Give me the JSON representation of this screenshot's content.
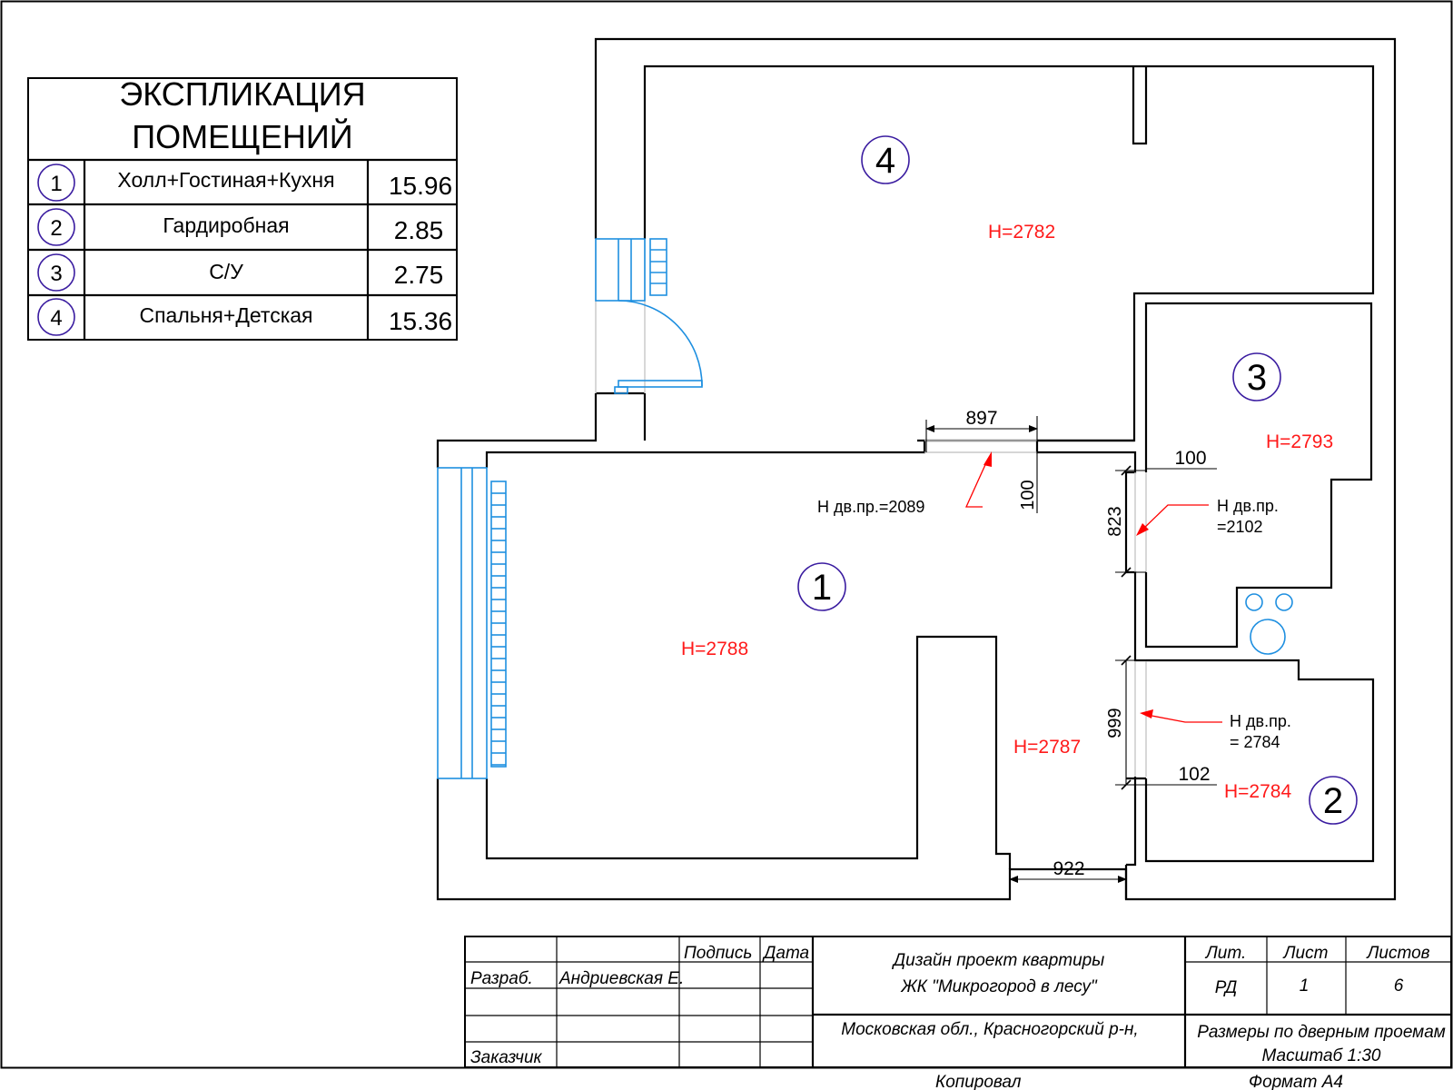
{
  "explication": {
    "title_line1": "ЭКСПЛИКАЦИЯ",
    "title_line2": "ПОМЕЩЕНИЙ",
    "rows": [
      {
        "num": "1",
        "name": "Холл+Гостиная+Кухня",
        "area": "15.96"
      },
      {
        "num": "2",
        "name": "Гардиробная",
        "area": "2.85"
      },
      {
        "num": "3",
        "name": "С/У",
        "area": "2.75"
      },
      {
        "num": "4",
        "name": "Спальня+Детская",
        "area": "15.36"
      }
    ]
  },
  "plan": {
    "room_numbers": {
      "r1": "1",
      "r2": "2",
      "r3": "3",
      "r4": "4"
    },
    "heights": {
      "r4": "H=2782",
      "r3": "H=2793",
      "r1": "H=2788",
      "r1b": "H=2787",
      "r2": "H=2784"
    },
    "dimensions": {
      "d897": "897",
      "d100_v": "100",
      "d100_h": "100",
      "d823": "823",
      "d999": "999",
      "d102": "102",
      "d922": "922"
    },
    "door_notes": {
      "n1": "Н дв.пр.=2089",
      "n2_l1": "Н дв.пр.",
      "n2_l2": "=2102",
      "n3_l1": "Н дв.пр.",
      "n3_l2": "= 2784"
    }
  },
  "title_block": {
    "podpis": "Подпись",
    "data": "Дата",
    "razrab": "Разраб.",
    "razrab_name": "Андриевская Е.",
    "zakazchik": "Заказчик",
    "project_l1": "Дизайн проект квартиры",
    "project_l2": "ЖК \"Микрогород в лесу\"",
    "location": "Московская обл., Красногорский р-н,",
    "lit_h": "Лит.",
    "list_h": "Лист",
    "listov_h": "Листов",
    "lit_v": "РД",
    "list_v": "1",
    "listov_v": "6",
    "note_l1": "Размеры по дверным проемам",
    "note_l2": "Масштаб 1:30",
    "copied": "Копировал",
    "format": "Формат А4"
  }
}
